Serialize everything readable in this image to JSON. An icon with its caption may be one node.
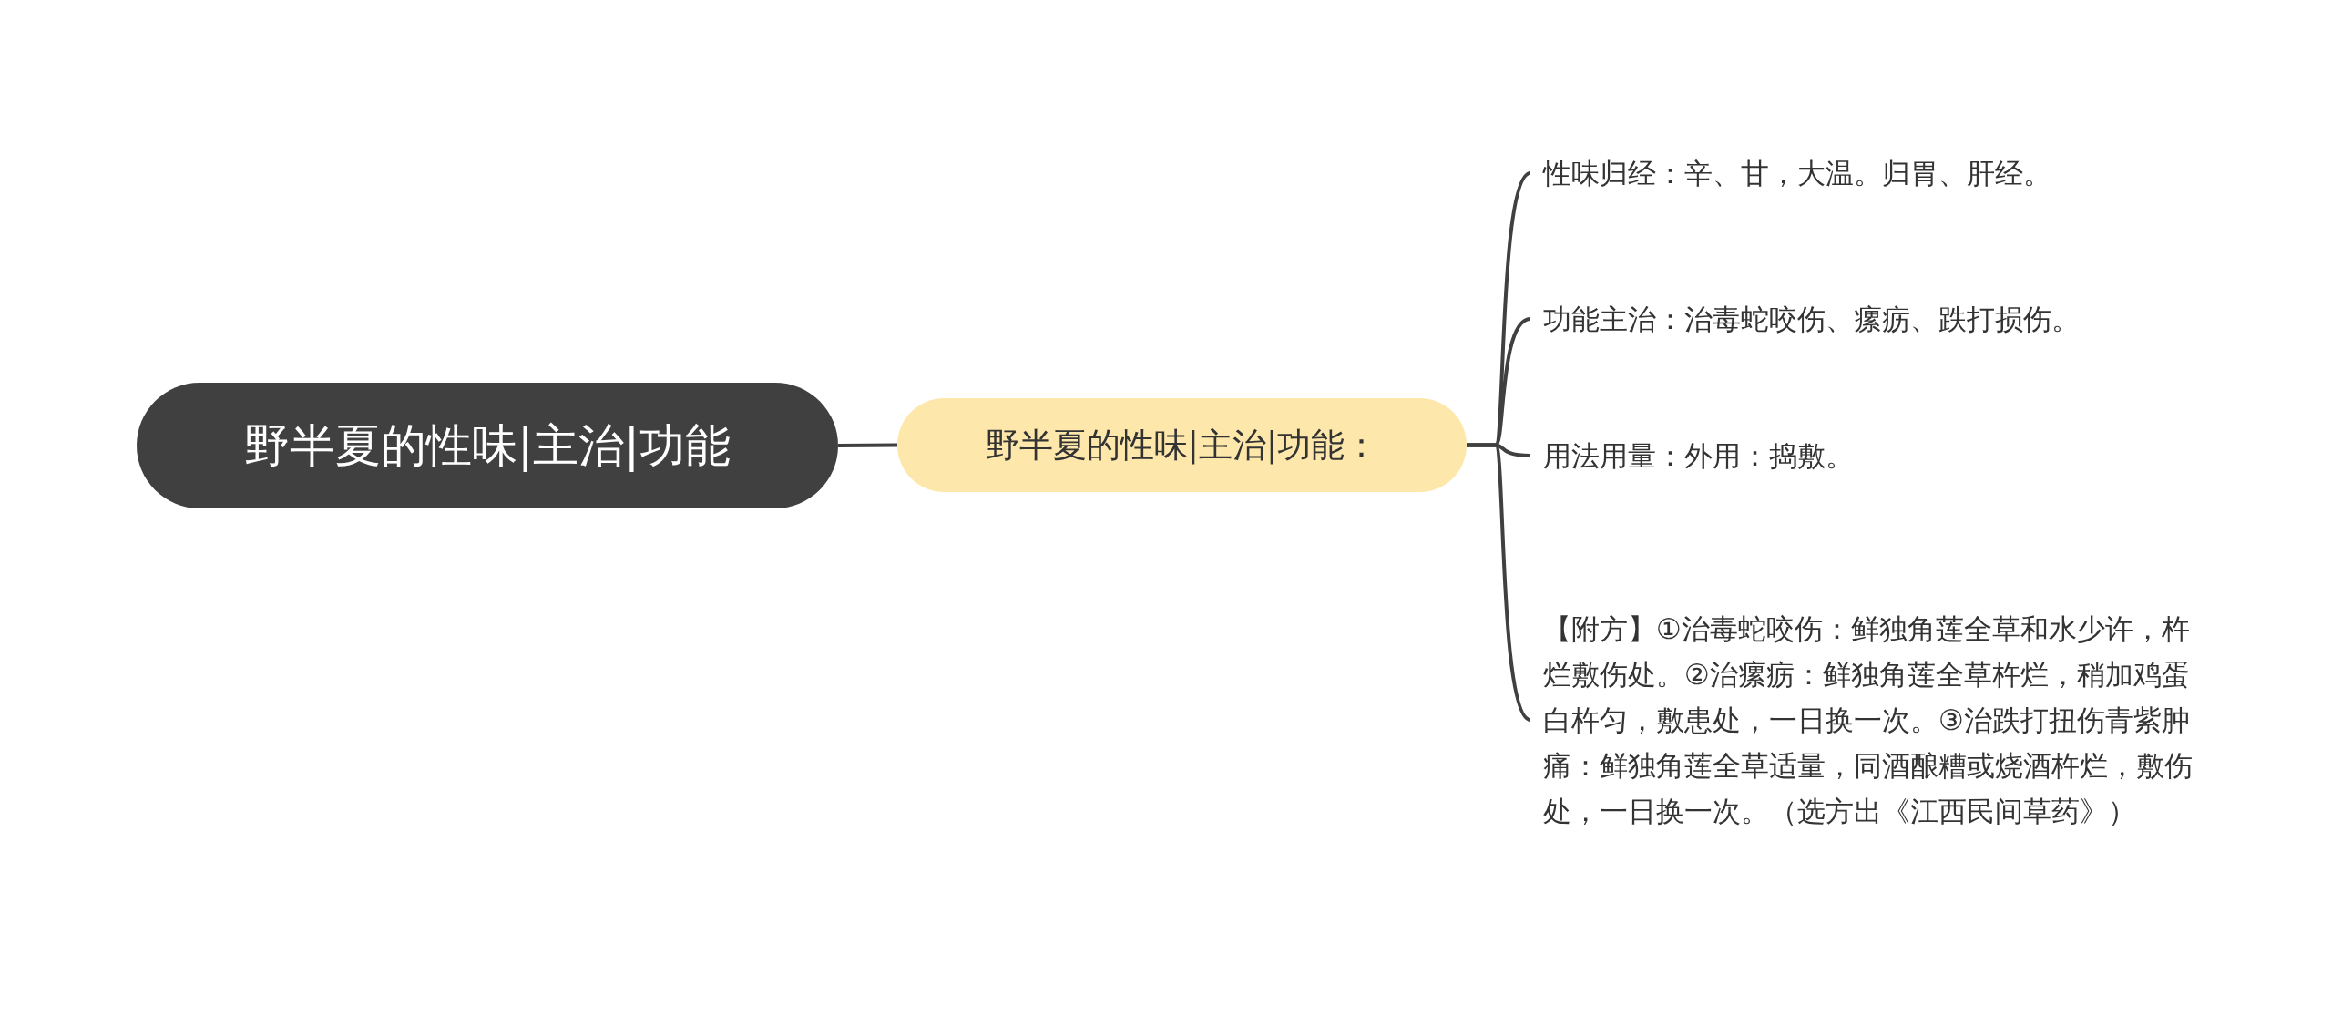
{
  "diagram": {
    "nodes": [
      {
        "text": [
          "野半夏的性味|主治|功能"
        ]
      },
      {
        "text": [
          "野半夏的性味|主治|功能："
        ]
      },
      {
        "text": [
          "性味归经：辛、甘，大温。归胃、肝经。"
        ]
      },
      {
        "text": [
          "功能主治：治毒蛇咬伤、瘰疬、跌打损伤。"
        ]
      },
      {
        "text": [
          "用法用量：外用：捣敷。"
        ]
      },
      {
        "text": [
          "【附方】①治毒蛇咬伤：鲜独角莲全草和水少许，杵烂敷伤处。②治瘰疬：鲜独角莲全草杵烂，稍加鸡蛋白杵匀，敷患处，一日换一次。③治跌打扭伤青紫肿痛：鲜独角莲全草适量，同酒酿糟或烧酒杵烂，敷伤处，一日换一次。（选方出《江西民间草药》）"
        ]
      }
    ],
    "edges": [
      {
        "from": 0,
        "to": 1,
        "arrow": "none"
      },
      {
        "from": 1,
        "to": 2,
        "arrow": "none"
      },
      {
        "from": 1,
        "to": 3,
        "arrow": "none"
      },
      {
        "from": 1,
        "to": 4,
        "arrow": "none"
      },
      {
        "from": 1,
        "to": 5,
        "arrow": "none"
      }
    ]
  }
}
